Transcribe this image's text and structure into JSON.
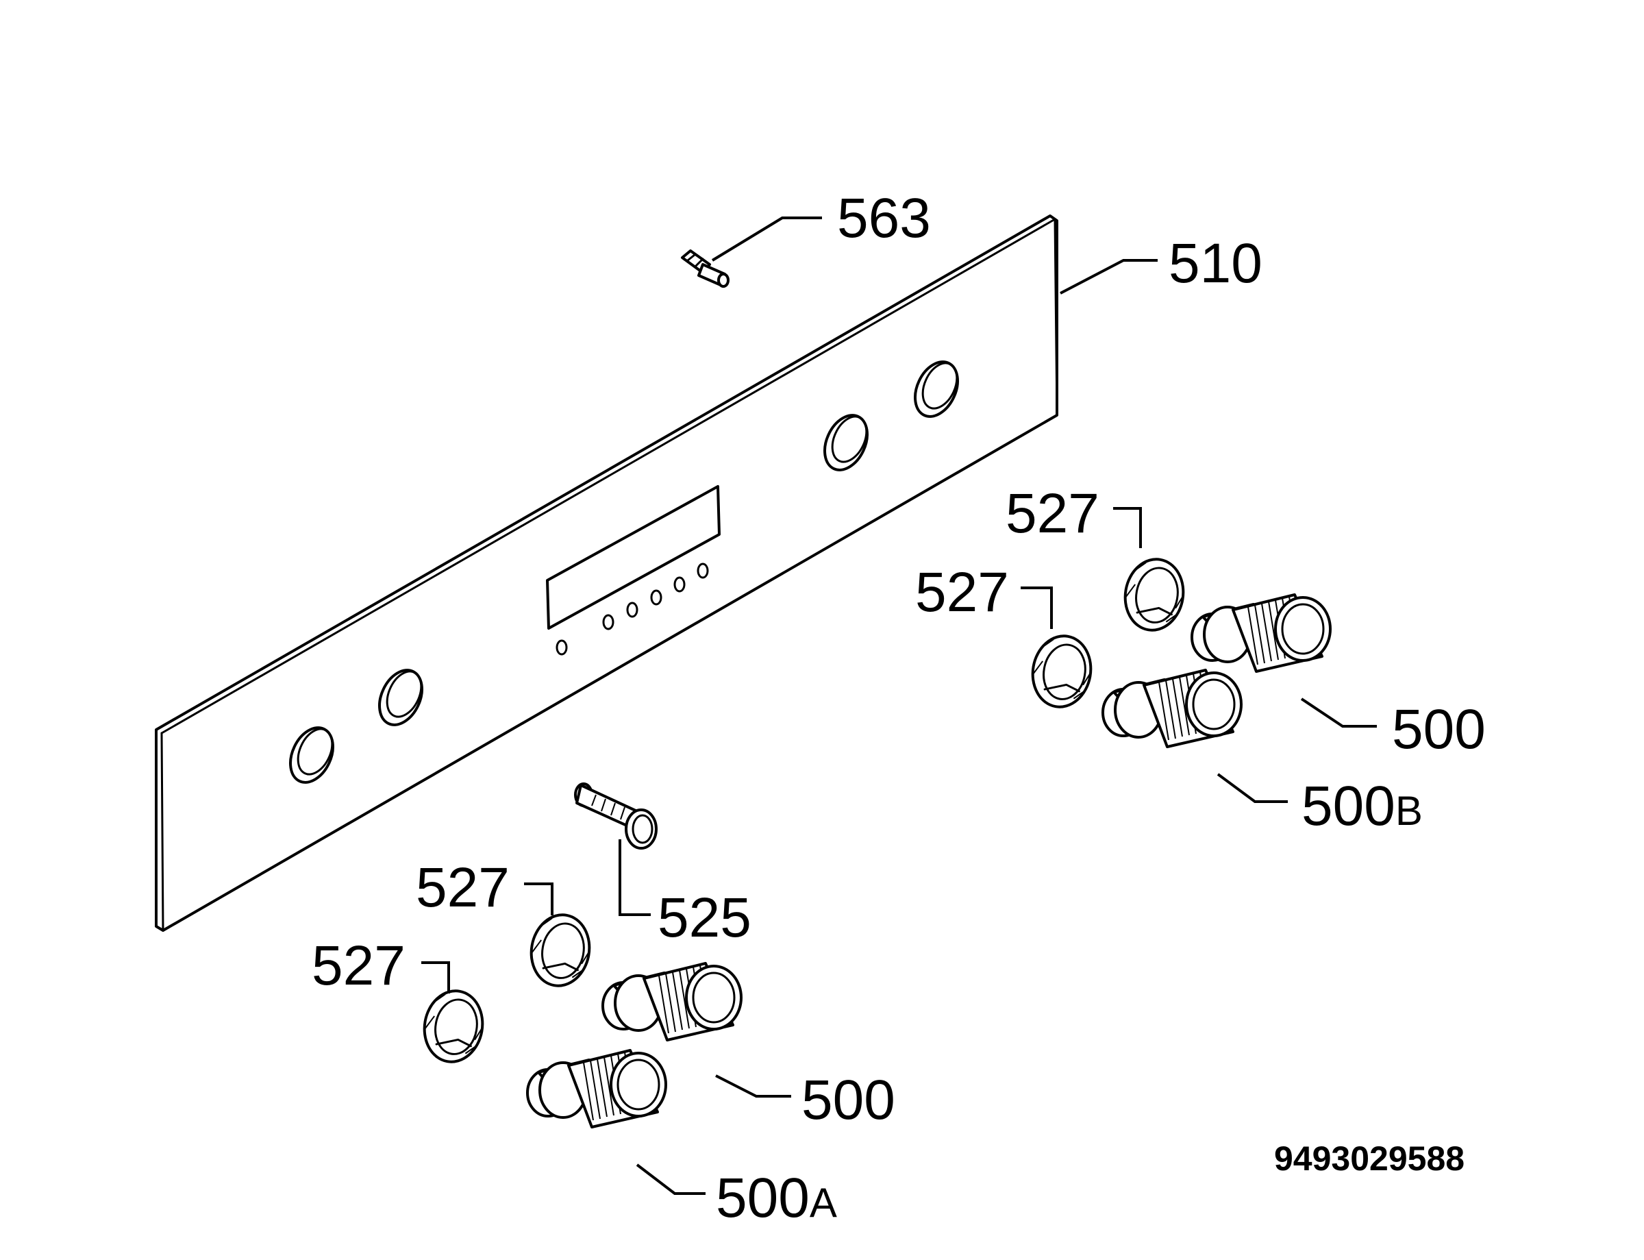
{
  "parts": {
    "p563": "563",
    "p510": "510",
    "p527_right_upper": "527",
    "p527_right_lower": "527",
    "p500_right": "500",
    "p500b": "500",
    "p500b_suffix": "B",
    "p525": "525",
    "p527_left_upper": "527",
    "p527_left_lower": "527",
    "p500_left": "500",
    "p500a": "500",
    "p500a_suffix": "A"
  },
  "document_number": "9493029588"
}
